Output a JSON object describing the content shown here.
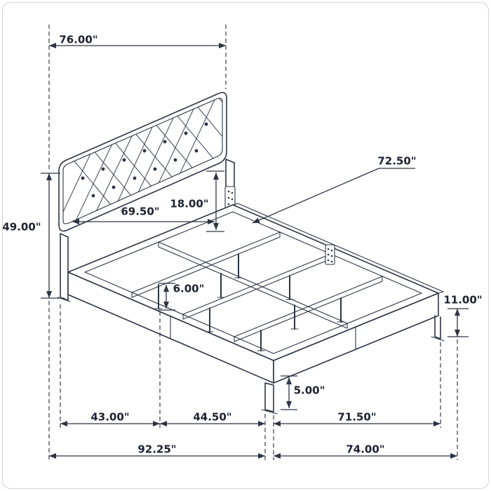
{
  "colors": {
    "ink": "#2c3444",
    "text": "#1c2230",
    "background": "#ffffff",
    "border": "#d6d6d6"
  },
  "diagram": {
    "dimensions": {
      "overall_width": "76.00\"",
      "slat_length": "72.50\"",
      "headboard_width": "69.50\"",
      "headboard_drop": "18.00\"",
      "overall_height": "49.00\"",
      "center_leg_height": "6.00\"",
      "rail_floor_height": "11.00\"",
      "foot_leg_height": "5.00\"",
      "depth_section_a": "43.00\"",
      "depth_section_b": "44.50\"",
      "length_to_leg": "71.50\"",
      "overall_depth": "92.25\"",
      "overall_length": "74.00\""
    }
  }
}
